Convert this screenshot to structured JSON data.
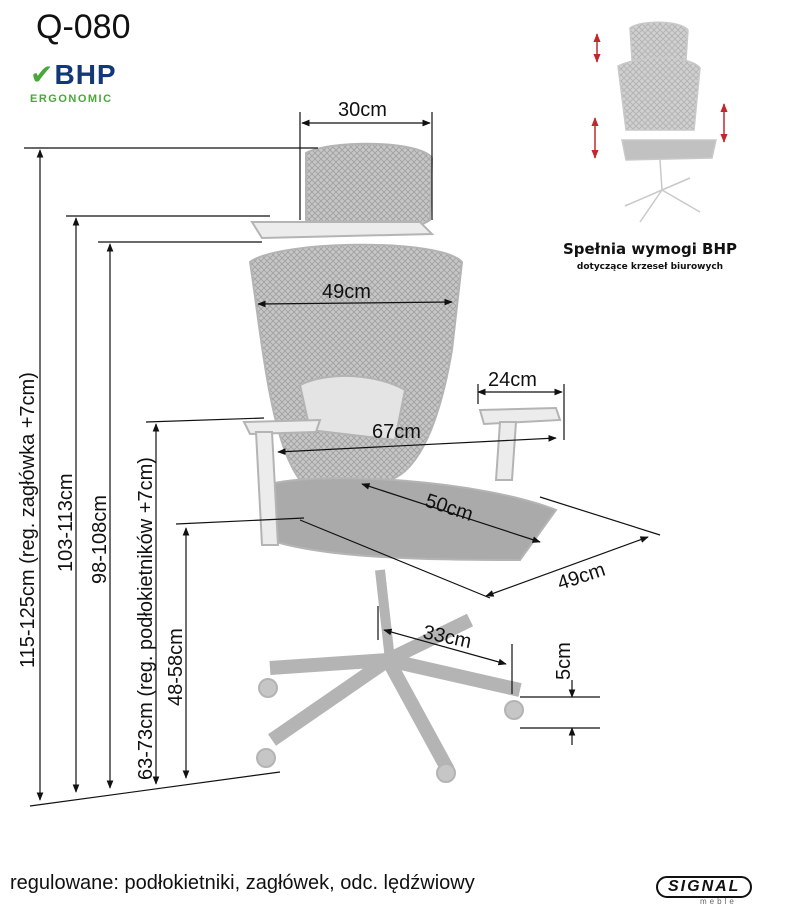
{
  "header": {
    "model": "Q-080",
    "logo_main": "BHP",
    "logo_sub": "ERGONOMIC"
  },
  "requirements": {
    "title": "Spełnia wymogi BHP",
    "subtitle": "dotyczące krzeseł biurowych"
  },
  "dimensions": {
    "headrest_width": "30cm",
    "back_width": "49cm",
    "armrest_length": "24cm",
    "armrest_span": "67cm",
    "seat_depth": "50cm",
    "seat_width": "49cm",
    "base_radius": "33cm",
    "caster_height": "5cm",
    "total_height": "115-125cm (reg. zagłówka +7cm)",
    "height_no_headrest": "103-113cm",
    "backrest_height": "98-108cm",
    "armrest_height": "63-73cm (reg. podłokietników +7cm)",
    "seat_height": "48-58cm"
  },
  "footer": {
    "text": "regulowane: podłokietniki, zagłówek, odc. lędźwiowy",
    "brand": "SIGNAL",
    "brand_sub": "meble"
  },
  "colors": {
    "logo_blue": "#14377a",
    "logo_green": "#4aa83a",
    "arrow_red": "#c0282d"
  }
}
